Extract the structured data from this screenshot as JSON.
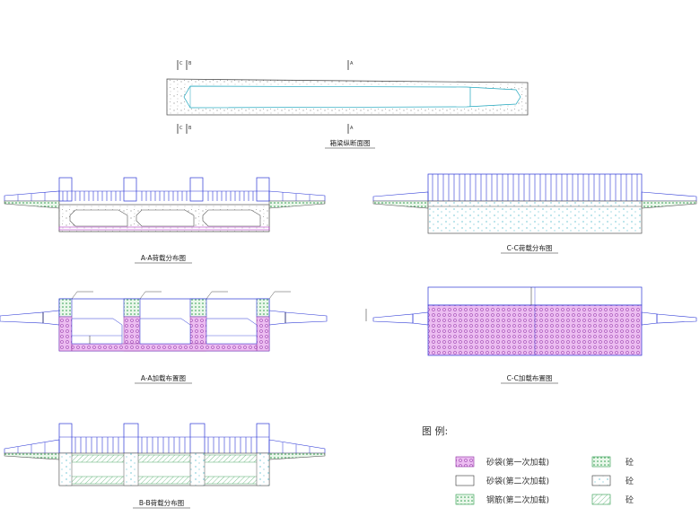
{
  "colors": {
    "blue": "#2a36d6",
    "purple": "#b23bc7",
    "green": "#2a9a4a",
    "cyan": "#1fa6bd",
    "sandFill": "#e9b8ee"
  },
  "section_markers": {
    "c": "C",
    "b": "B",
    "a": "A"
  },
  "captions": {
    "longitudinal": "箱梁纵断面图",
    "aa_load": "A-A荷载分布图",
    "cc_load": "C-C荷载分布图",
    "aa_place": "A-A加载布置图",
    "cc_place": "C-C加载布置图",
    "bb_load": "B-B荷载分布图"
  },
  "legend": {
    "title": "图 例:",
    "items": [
      {
        "label": "砂袋(第一次加载)",
        "style": "sand"
      },
      {
        "label": "砂袋(第二次加载)",
        "style": "empty"
      },
      {
        "label": "钢筋(第二次加载)",
        "style": "rebar"
      }
    ],
    "right_items": [
      {
        "label": "砼",
        "style": "green-dots"
      },
      {
        "label": "砼",
        "style": "cyan-dots"
      },
      {
        "label": "砼",
        "style": "hatch"
      }
    ]
  }
}
